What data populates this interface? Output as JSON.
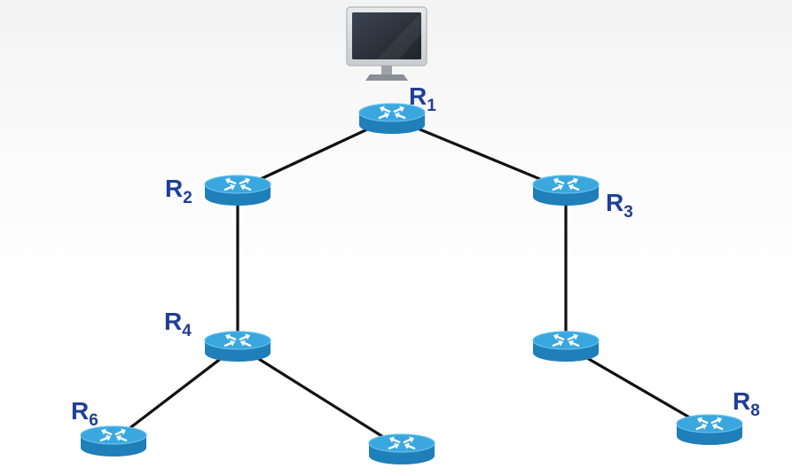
{
  "diagram": {
    "links": [
      {
        "from": "r1",
        "to": "r2"
      },
      {
        "from": "r1",
        "to": "r3"
      },
      {
        "from": "r2",
        "to": "r4"
      },
      {
        "from": "r3",
        "to": "r7"
      },
      {
        "from": "r4",
        "to": "r6"
      },
      {
        "from": "r4",
        "to": "r5"
      },
      {
        "from": "r7",
        "to": "r8"
      }
    ],
    "routers": [
      {
        "id": "r1",
        "name": "router-r1",
        "label": {
          "base": "R",
          "sub": "1"
        }
      },
      {
        "id": "r2",
        "name": "router-r2",
        "label": {
          "base": "R",
          "sub": "2"
        }
      },
      {
        "id": "r3",
        "name": "router-r3",
        "label": {
          "base": "R",
          "sub": "3"
        }
      },
      {
        "id": "r4",
        "name": "router-r4",
        "label": {
          "base": "R",
          "sub": "4"
        }
      },
      {
        "id": "r5",
        "name": "router-r5",
        "label": null
      },
      {
        "id": "r6",
        "name": "router-r6",
        "label": {
          "base": "R",
          "sub": "6"
        }
      },
      {
        "id": "r7",
        "name": "router-r7",
        "label": null
      },
      {
        "id": "r8",
        "name": "router-r8",
        "label": {
          "base": "R",
          "sub": "8"
        }
      }
    ],
    "computer": {
      "icon": "desktop-computer-icon",
      "attached_to": "r1"
    },
    "colors": {
      "router_top": "#3aa7df",
      "router_side": "#1f7fb8",
      "router_rim": "#66c0ee",
      "arrow": "#ffffff",
      "link": "#111111",
      "label": "#1f3f95"
    }
  }
}
